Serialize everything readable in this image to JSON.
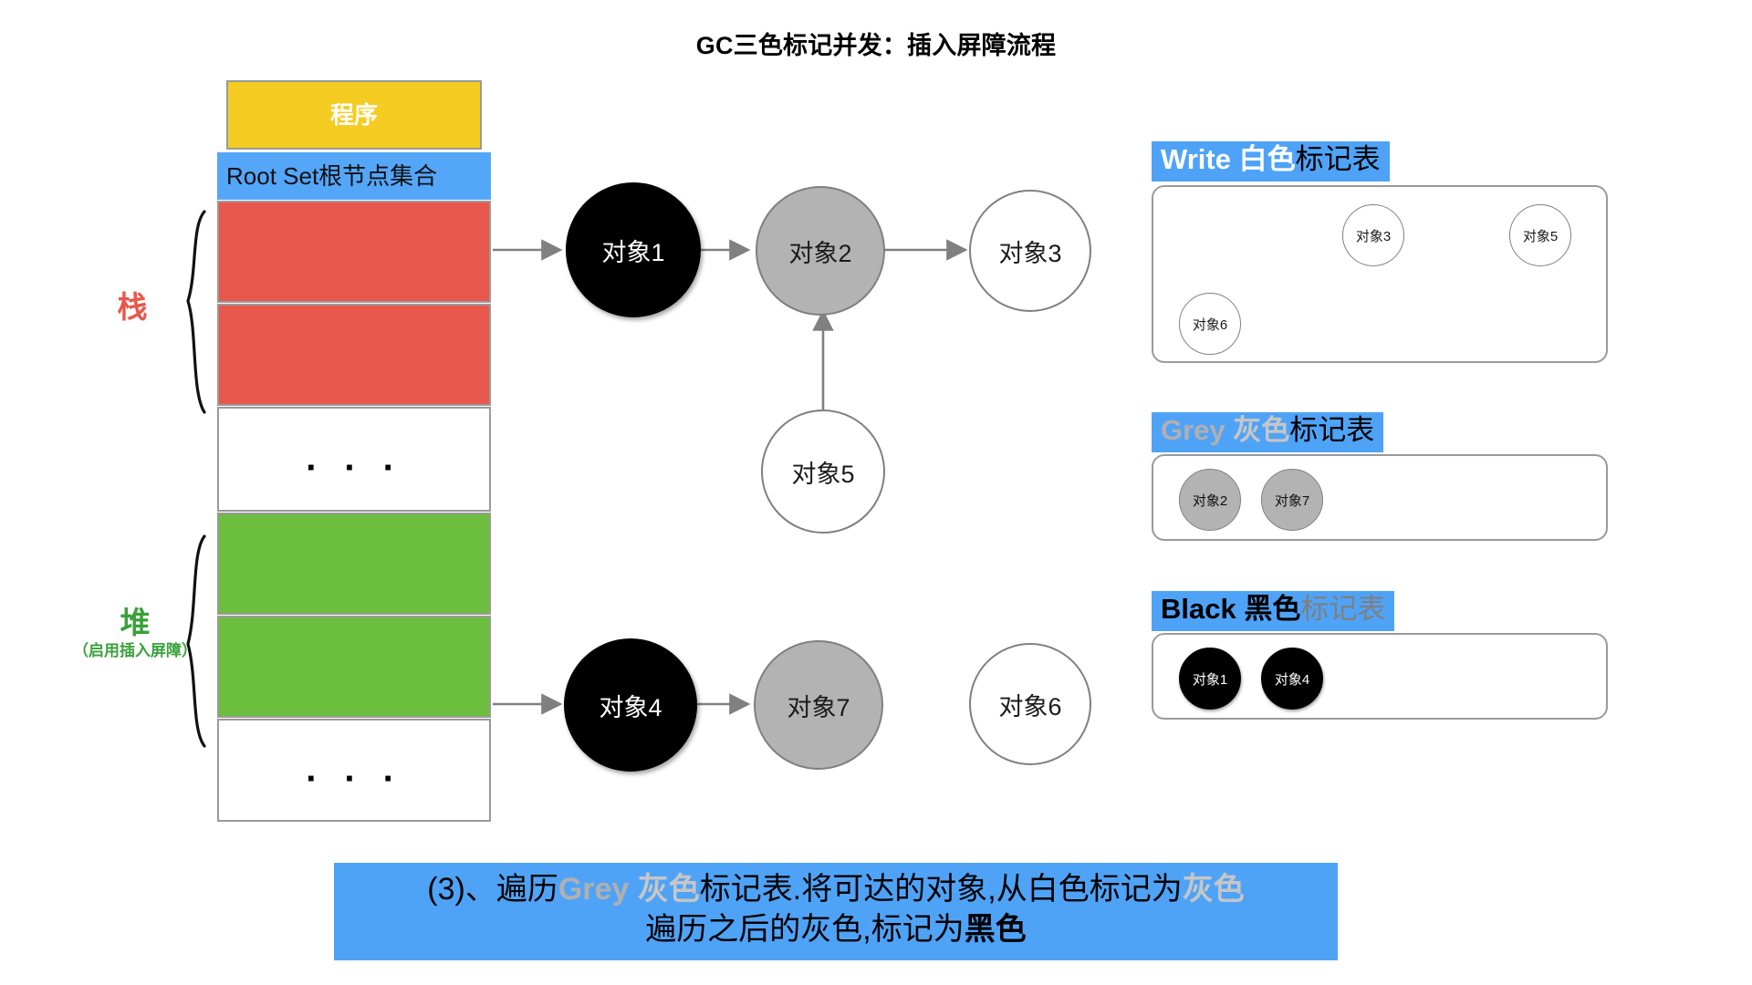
{
  "title": "GC三色标记并发：插入屏障流程",
  "memory_column": {
    "program_label": "程序",
    "root_set_label": "Root Set根节点集合",
    "ellipsis": ". . .",
    "blocks": [
      {
        "name": "program",
        "label": "程序",
        "color": "#f5cc22"
      },
      {
        "name": "root-set",
        "label": "Root Set根节点集合",
        "color": "#54a6f9"
      },
      {
        "name": "stack-slot-1",
        "label": "",
        "color": "#e8574b"
      },
      {
        "name": "stack-slot-2",
        "label": "",
        "color": "#e8574b"
      },
      {
        "name": "stack-ellipsis",
        "label": ". . .",
        "color": "#ffffff"
      },
      {
        "name": "heap-slot-1",
        "label": "",
        "color": "#6cbe3f"
      },
      {
        "name": "heap-slot-2",
        "label": "",
        "color": "#6cbe3f"
      },
      {
        "name": "heap-ellipsis",
        "label": ". . .",
        "color": "#ffffff"
      }
    ]
  },
  "braces": {
    "stack": {
      "label": "栈",
      "sub": "",
      "color": "#e8574b"
    },
    "heap": {
      "label": "堆",
      "sub": "（启用插入屏障）",
      "color": "#3aa03a"
    }
  },
  "graph": {
    "nodes": [
      {
        "id": "obj1",
        "label": "对象1",
        "color": "black"
      },
      {
        "id": "obj2",
        "label": "对象2",
        "color": "grey"
      },
      {
        "id": "obj3",
        "label": "对象3",
        "color": "white"
      },
      {
        "id": "obj5",
        "label": "对象5",
        "color": "white"
      },
      {
        "id": "obj4",
        "label": "对象4",
        "color": "black"
      },
      {
        "id": "obj7",
        "label": "对象7",
        "color": "grey"
      },
      {
        "id": "obj6",
        "label": "对象6",
        "color": "white"
      }
    ],
    "edges": [
      {
        "from": "root-set",
        "to": "obj1"
      },
      {
        "from": "obj1",
        "to": "obj2"
      },
      {
        "from": "obj2",
        "to": "obj3"
      },
      {
        "from": "obj5",
        "to": "obj2"
      },
      {
        "from": "heap",
        "to": "obj4"
      },
      {
        "from": "obj4",
        "to": "obj7"
      }
    ]
  },
  "tables": [
    {
      "name": "white-mark-table",
      "header_en": "Write",
      "header_cn": "白色",
      "header_suffix": "标记表",
      "items": [
        {
          "label": "对象3",
          "color": "white"
        },
        {
          "label": "对象5",
          "color": "white"
        },
        {
          "label": "对象6",
          "color": "white"
        }
      ]
    },
    {
      "name": "grey-mark-table",
      "header_en": "Grey",
      "header_cn": "灰色",
      "header_suffix": "标记表",
      "items": [
        {
          "label": "对象2",
          "color": "grey"
        },
        {
          "label": "对象7",
          "color": "grey"
        }
      ]
    },
    {
      "name": "black-mark-table",
      "header_en": "Black",
      "header_cn": "黑色",
      "header_suffix": "标记表",
      "items": [
        {
          "label": "对象1",
          "color": "black"
        },
        {
          "label": "对象4",
          "color": "black"
        }
      ]
    }
  ],
  "caption": {
    "line1_a": "(3)、遍历",
    "line1_grey_en": "Grey",
    "line1_grey_cn": " 灰色",
    "line1_b": "标记表.将可达的对象,从白色标记为",
    "line1_c": "灰色",
    "line2_a": "遍历之后的灰色,标记为",
    "line2_b": "黑色"
  },
  "colors": {
    "accent_blue": "#4fa3f7",
    "program_yellow": "#f5cc22",
    "stack_red": "#e8574b",
    "heap_green": "#6cbe3f",
    "grey_node": "#b3b3b3",
    "border_grey": "#9a9a9a"
  }
}
